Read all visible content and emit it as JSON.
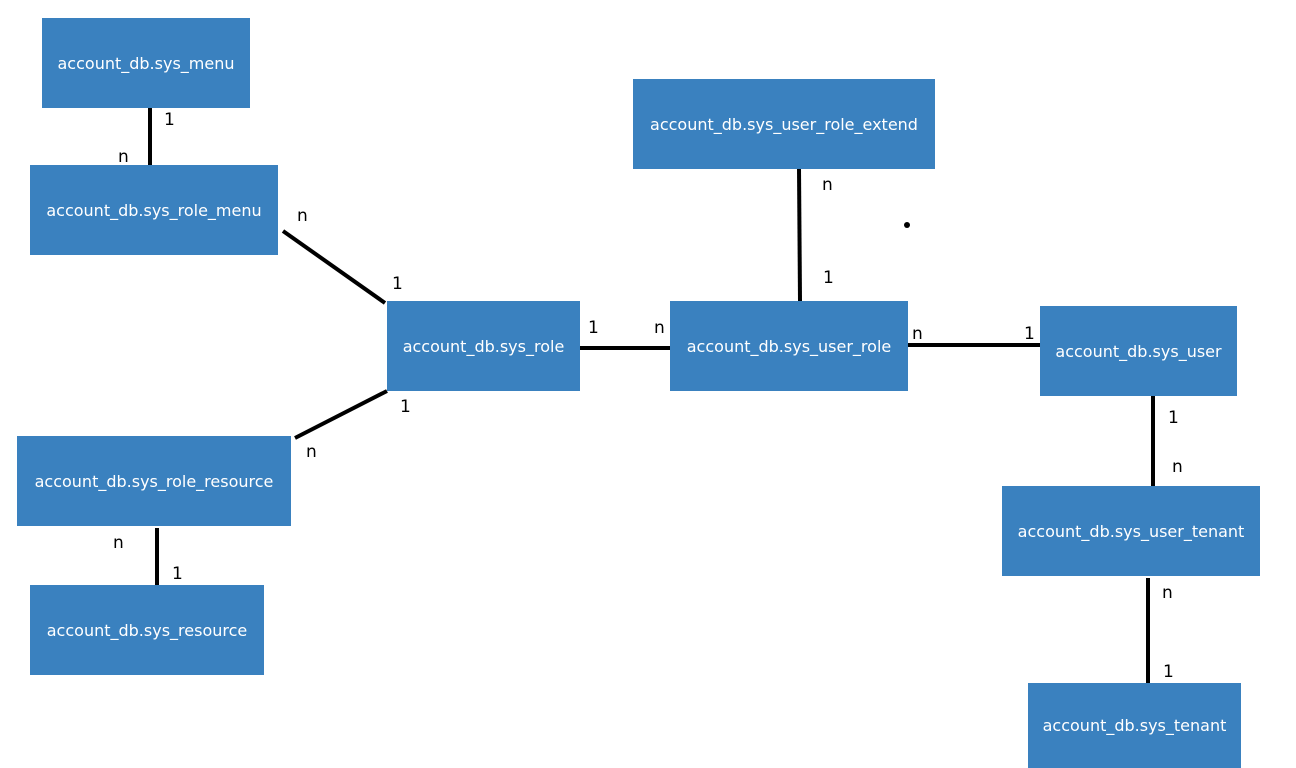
{
  "colors": {
    "entity_fill": "#3a81bf",
    "entity_text": "#ffffff",
    "line": "#000000",
    "background": "#ffffff"
  },
  "entities": {
    "sys_menu": "account_db.sys_menu",
    "sys_role_menu": "account_db.sys_role_menu",
    "sys_role": "account_db.sys_role",
    "sys_role_resource": "account_db.sys_role_resource",
    "sys_resource": "account_db.sys_resource",
    "sys_user_role_extend": "account_db.sys_user_role_extend",
    "sys_user_role": "account_db.sys_user_role",
    "sys_user": "account_db.sys_user",
    "sys_user_tenant": "account_db.sys_user_tenant",
    "sys_tenant": "account_db.sys_tenant"
  },
  "relations": [
    {
      "from": "sys_menu",
      "to": "sys_role_menu",
      "from_card": "1",
      "to_card": "n"
    },
    {
      "from": "sys_role_menu",
      "to": "sys_role",
      "from_card": "n",
      "to_card": "1"
    },
    {
      "from": "sys_role",
      "to": "sys_role_resource",
      "from_card": "1",
      "to_card": "n"
    },
    {
      "from": "sys_role_resource",
      "to": "sys_resource",
      "from_card": "n",
      "to_card": "1"
    },
    {
      "from": "sys_role",
      "to": "sys_user_role",
      "from_card": "1",
      "to_card": "n"
    },
    {
      "from": "sys_user_role_extend",
      "to": "sys_user_role",
      "from_card": "n",
      "to_card": "1"
    },
    {
      "from": "sys_user_role",
      "to": "sys_user",
      "from_card": "n",
      "to_card": "1"
    },
    {
      "from": "sys_user",
      "to": "sys_user_tenant",
      "from_card": "1",
      "to_card": "n"
    },
    {
      "from": "sys_user_tenant",
      "to": "sys_tenant",
      "from_card": "n",
      "to_card": "1"
    }
  ]
}
